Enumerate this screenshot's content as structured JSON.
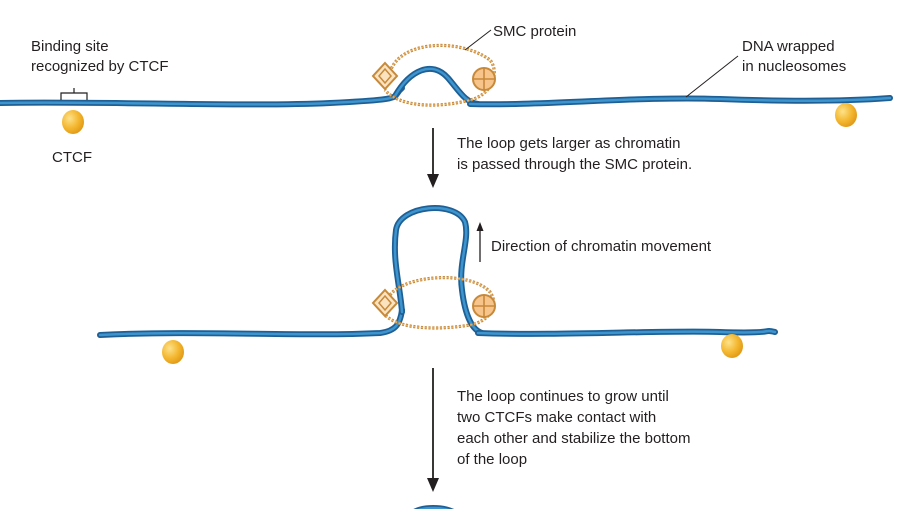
{
  "labels": {
    "binding_site_line1": "Binding site",
    "binding_site_line2": "recognized by CTCF",
    "ctcf": "CTCF",
    "smc_protein": "SMC protein",
    "dna_line1": "DNA wrapped",
    "dna_line2": "in nucleosomes",
    "step1_line1": "The loop gets larger as chromatin",
    "step1_line2": "is passed through the SMC protein.",
    "direction": "Direction of chromatin movement",
    "step2_line1": "The loop continues to grow until",
    "step2_line2": "two CTCFs make contact with",
    "step2_line3": "each other and stabilize the bottom",
    "step2_line4": "of the loop"
  },
  "colors": {
    "dna_outer": "#1f5f94",
    "dna_inner": "#3d95cf",
    "ctcf": "#f1b32a",
    "ctcf_highlight": "#fbd66a",
    "smc_ring": "#c7893a",
    "smc_head_fill": "#fbe3c0",
    "text": "#231f20"
  }
}
